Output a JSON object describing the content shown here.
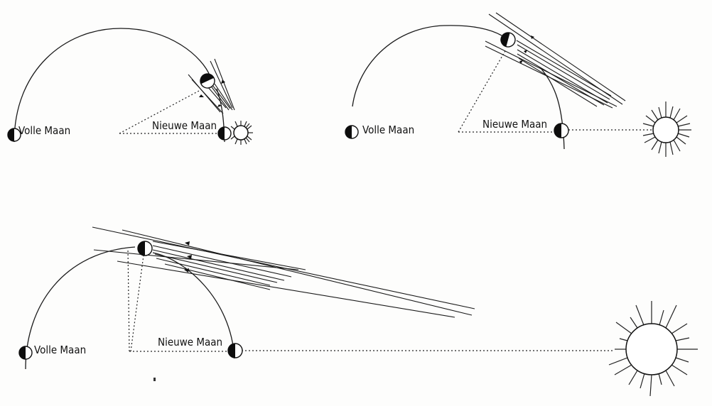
{
  "diagram": {
    "type": "tidal-comet-orbit-illustration",
    "panels": [
      {
        "id": "panel-1",
        "position": "top-left",
        "labels": {
          "full_moon": "Volle Maan",
          "new_moon": "Nieuwe Maan"
        },
        "sun_size": "small",
        "description": "Moon near new moon position, sun very close; rays point toward sun"
      },
      {
        "id": "panel-2",
        "position": "top-right",
        "labels": {
          "full_moon": "Volle Maan",
          "new_moon": "Nieuwe Maan"
        },
        "sun_size": "medium",
        "description": "Moon at upper-right of orbit, rays extended away from sun"
      },
      {
        "id": "panel-3",
        "position": "bottom",
        "labels": {
          "full_moon": "Volle Maan",
          "new_moon": "Nieuwe Maan"
        },
        "sun_size": "large",
        "description": "Moon at top of orbit, long rays streaming toward lower right, large sun at far right"
      }
    ]
  },
  "labels": {
    "p1_full": "Volle Maan",
    "p1_new": "Nieuwe Maan",
    "p2_full": "Volle Maan",
    "p2_new": "Nieuwe Maan",
    "p3_full": "Volle Maan",
    "p3_new": "Nieuwe Maan"
  },
  "colors": {
    "ink": "#111111",
    "paper": "#fdfdfc"
  }
}
